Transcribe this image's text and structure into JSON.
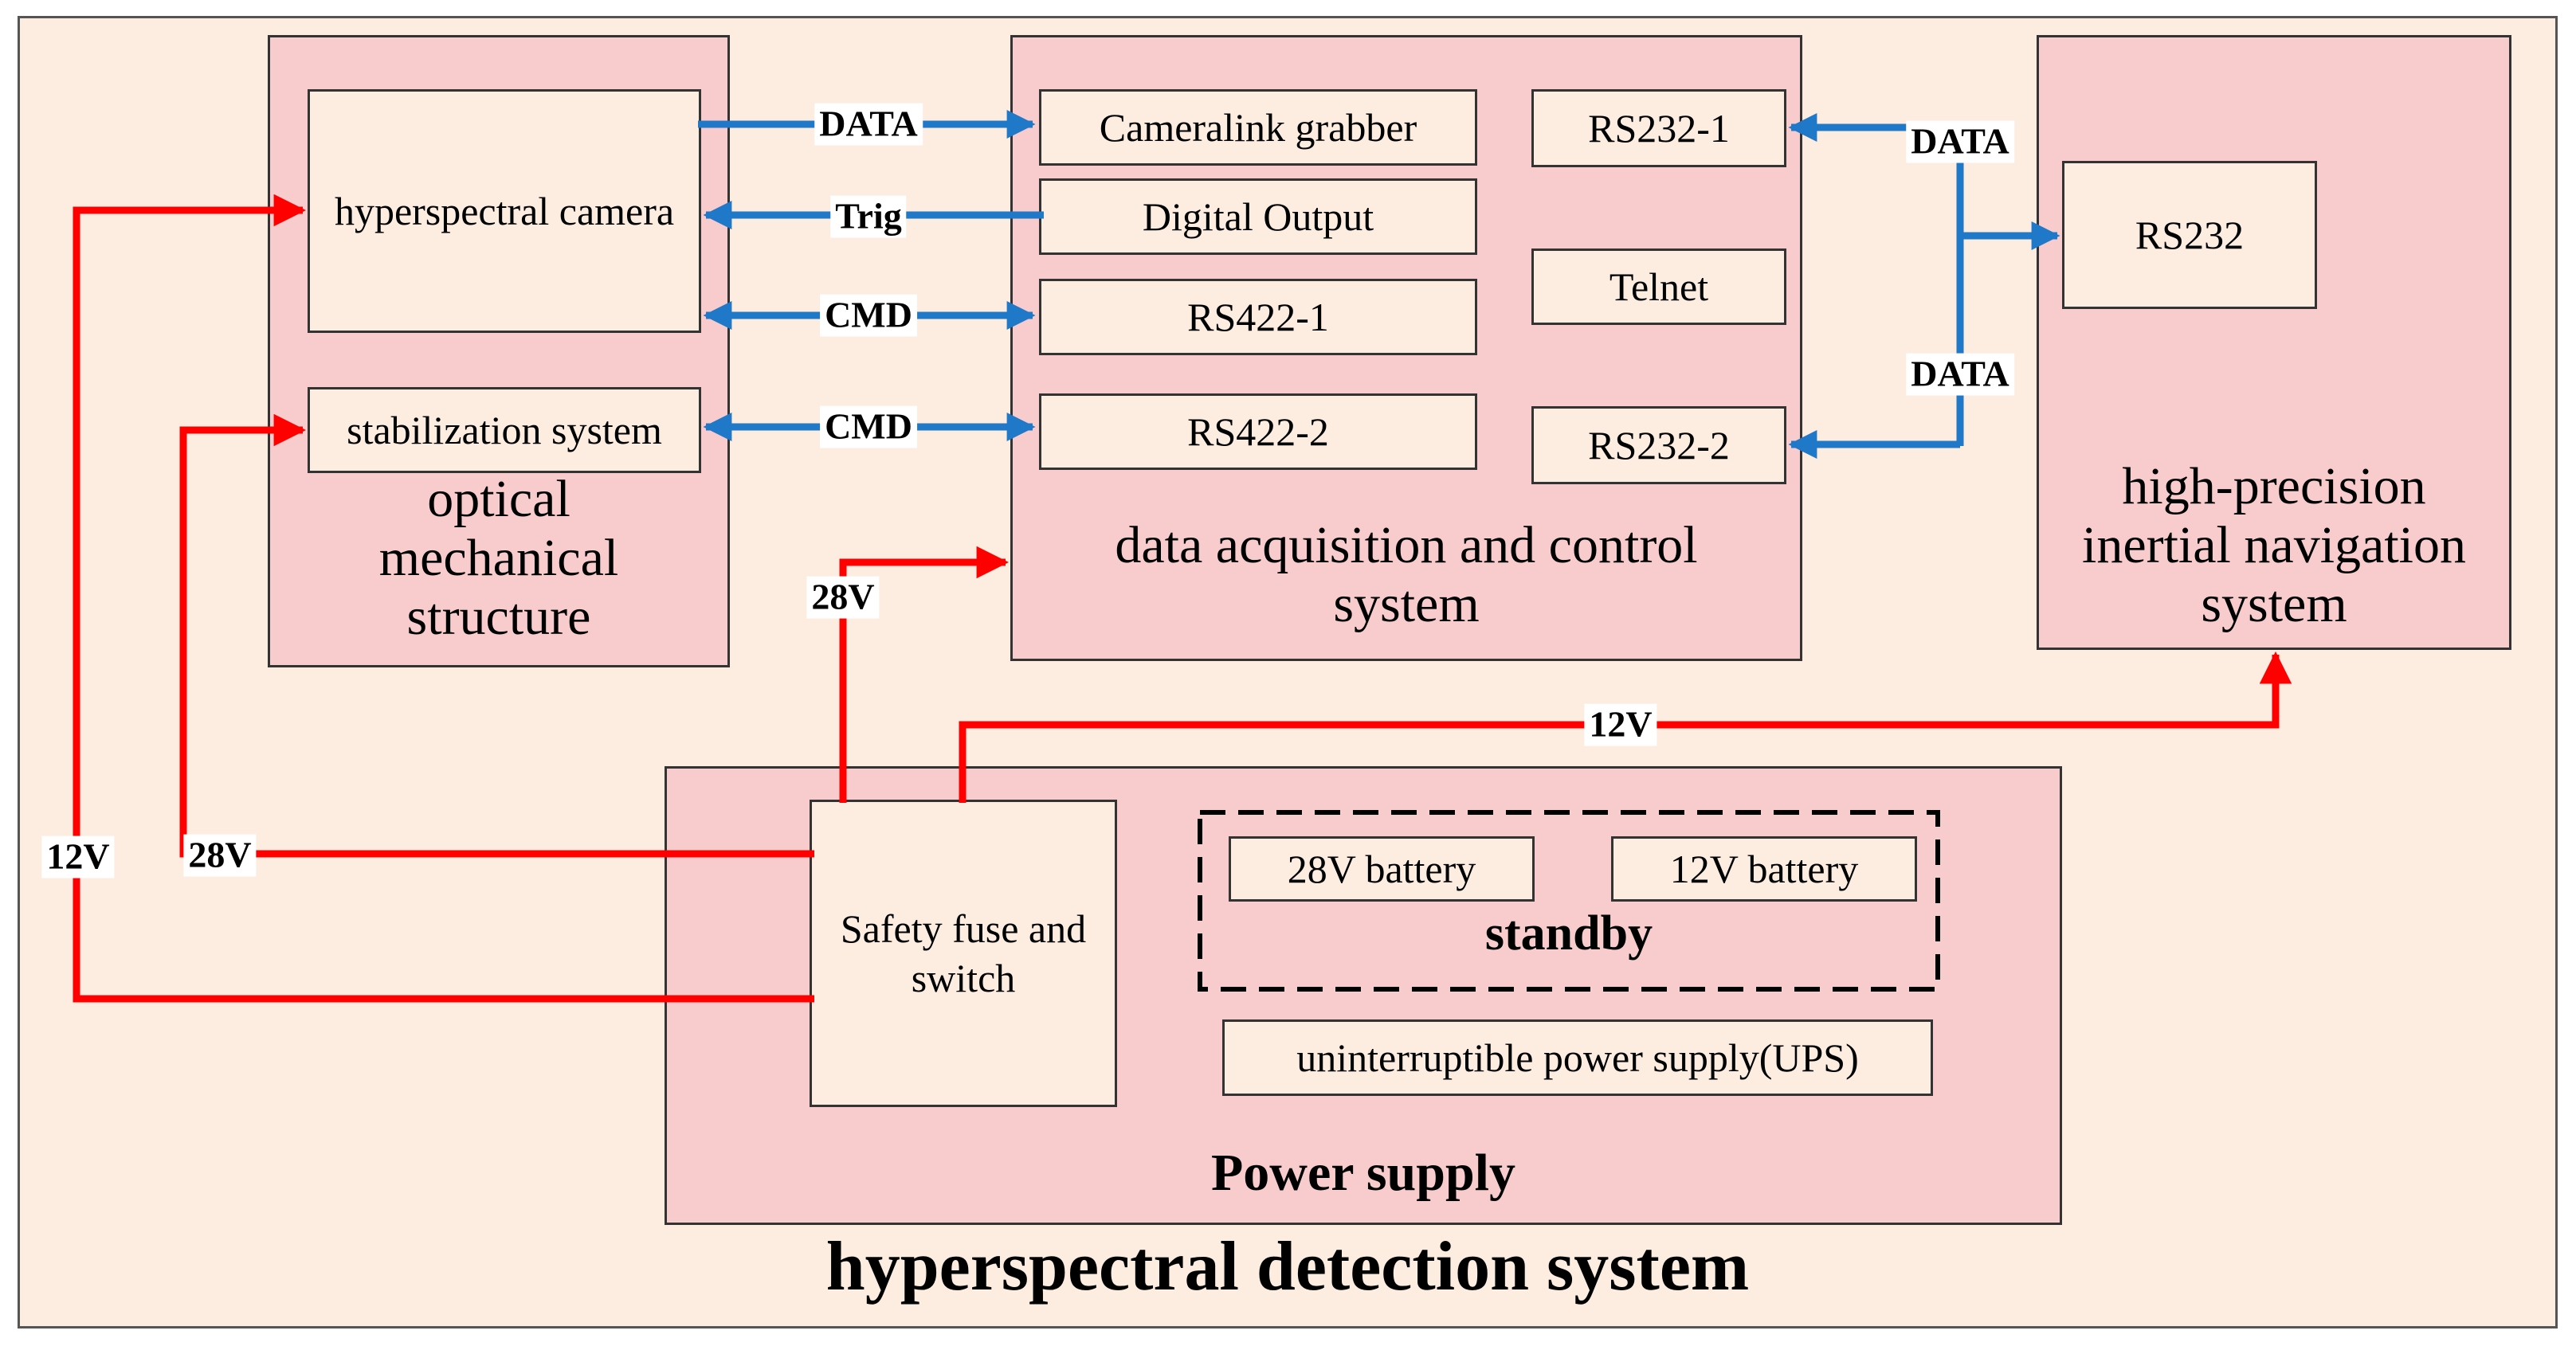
{
  "title": "hyperspectral detection system",
  "groups": {
    "optical": {
      "label": "optical\nmechanical\nstructure"
    },
    "daq": {
      "label": "data acquisition and control\nsystem"
    },
    "ins": {
      "label": "high-precision\ninertial navigation\nsystem"
    },
    "power": {
      "label": "Power supply"
    },
    "standby": {
      "label": "standby"
    }
  },
  "boxes": {
    "hyperspectral_camera": "hyperspectral camera",
    "stabilization_system": "stabilization system",
    "cameralink_grabber": "Cameralink grabber",
    "digital_output": "Digital Output",
    "rs422_1": "RS422-1",
    "rs422_2": "RS422-2",
    "rs232_1": "RS232-1",
    "telnet": "Telnet",
    "rs232_2": "RS232-2",
    "rs232": "RS232",
    "safety_fuse": "Safety fuse and\nswitch",
    "battery_28v": "28V battery",
    "battery_12v": "12V battery",
    "ups": "uninterruptible power supply(UPS)"
  },
  "signals": {
    "data_grabber": "DATA",
    "trig": "Trig",
    "cmd_1": "CMD",
    "cmd_2": "CMD",
    "data_rs232_1": "DATA",
    "data_rs232_2": "DATA"
  },
  "power_lines": {
    "v28_daq": "28V",
    "v12_ins": "12V",
    "v28_stab": "28V",
    "v12_camera": "12V"
  },
  "colors": {
    "background": "#fdece0",
    "group_fill": "#f8cccc",
    "signal_arrow": "#1f78c8",
    "power_arrow": "#ff0000"
  }
}
